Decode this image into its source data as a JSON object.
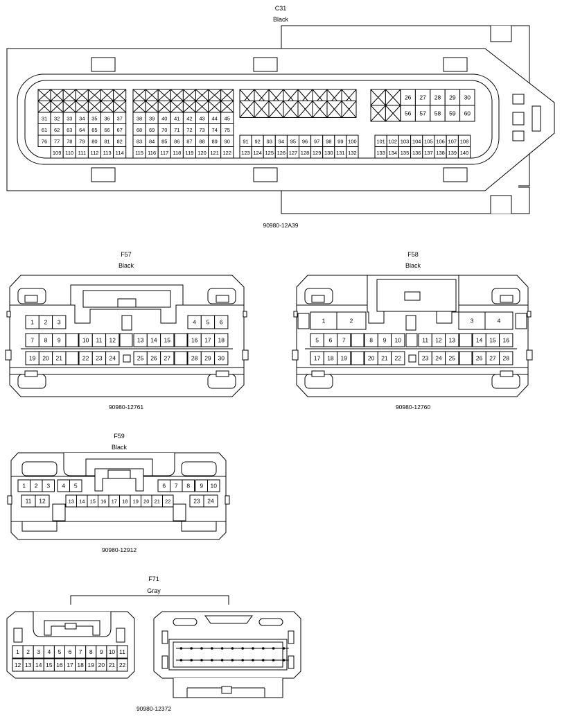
{
  "connectors": [
    {
      "id": "C31",
      "code": "C31",
      "color": "Black",
      "part": "90980-12A39"
    },
    {
      "id": "F57",
      "code": "F57",
      "color": "Black",
      "part": "90980-12761"
    },
    {
      "id": "F58",
      "code": "F58",
      "color": "Black",
      "part": "90980-12760"
    },
    {
      "id": "F59",
      "code": "F59",
      "color": "Black",
      "part": "90980-12912"
    },
    {
      "id": "F71",
      "code": "F71",
      "color": "Gray",
      "part": "90980-12372"
    }
  ]
}
